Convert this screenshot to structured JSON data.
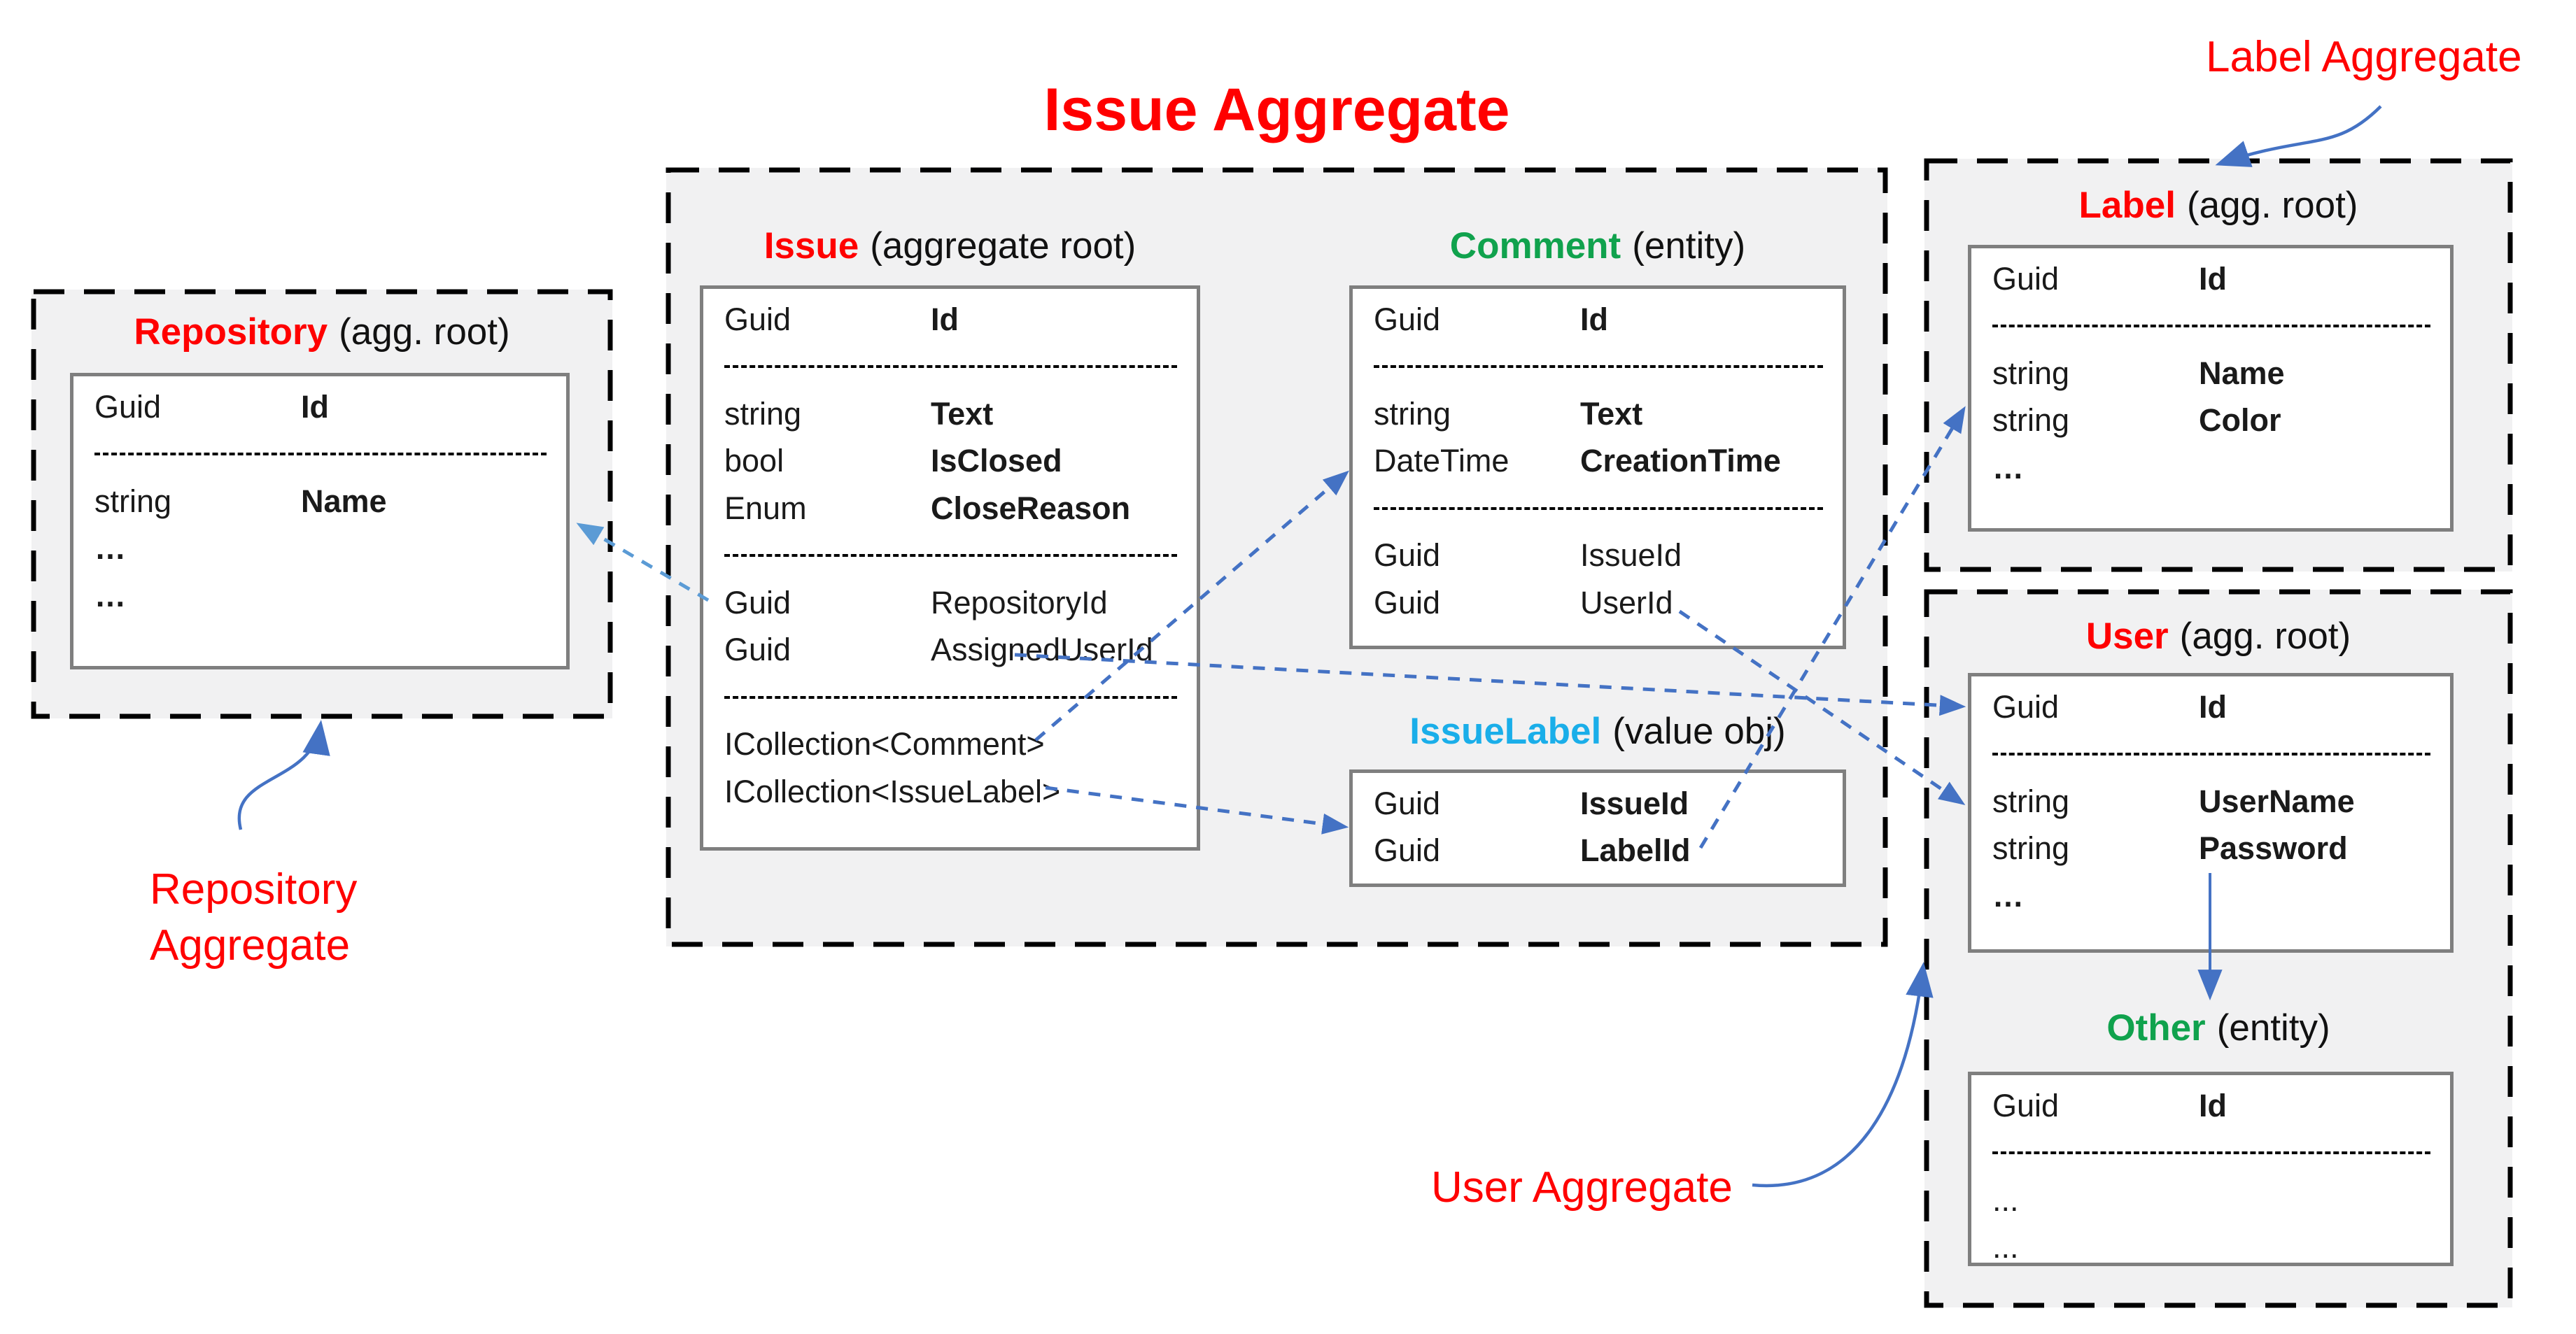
{
  "diagram_title": "Issue Aggregate",
  "annotations": {
    "label_aggregate": "Label Aggregate",
    "repository_aggregate": "Repository\nAggregate",
    "user_aggregate": "User Aggregate"
  },
  "colors": {
    "aggregate_root_name": "#ff0000",
    "entity_name": "#10a24d",
    "value_obj_name": "#1aaee9",
    "annotation_text": "#ff0000",
    "connector_blue": "#4472c4",
    "connector_light_blue": "#5b9bd5",
    "container_background": "#f1f1f2",
    "box_border": "#7f7f7f"
  },
  "entities": {
    "issue": {
      "name": "Issue",
      "kind": "(aggregate root)",
      "rows": [
        {
          "type": "Guid",
          "name": "Id"
        },
        {
          "sep": true
        },
        {
          "type": "string",
          "name": "Text"
        },
        {
          "type": "bool",
          "name": "IsClosed"
        },
        {
          "type": "Enum",
          "name": "CloseReason"
        },
        {
          "sep": true
        },
        {
          "type": "Guid",
          "name": "RepositoryId"
        },
        {
          "type": "Guid",
          "name": "AssignedUserId"
        },
        {
          "sep": true
        },
        {
          "text": "ICollection<Comment>"
        },
        {
          "text": "ICollection<IssueLabel>"
        }
      ]
    },
    "comment": {
      "name": "Comment",
      "kind": "(entity)",
      "rows": [
        {
          "type": "Guid",
          "name": "Id"
        },
        {
          "sep": true
        },
        {
          "type": "string",
          "name": "Text"
        },
        {
          "type": "DateTime",
          "name": "CreationTime"
        },
        {
          "sep": true
        },
        {
          "type": "Guid",
          "name": "IssueId"
        },
        {
          "type": "Guid",
          "name": "UserId"
        }
      ]
    },
    "issuelabel": {
      "name": "IssueLabel",
      "kind": "(value obj)",
      "rows": [
        {
          "type": "Guid",
          "name": "IssueId"
        },
        {
          "type": "Guid",
          "name": "LabelId"
        }
      ]
    },
    "repository": {
      "name": "Repository",
      "kind": "(agg. root)",
      "rows": [
        {
          "type": "Guid",
          "name": "Id"
        },
        {
          "sep": true
        },
        {
          "type": "string",
          "name": "Name"
        },
        {
          "text": "…"
        },
        {
          "text": "…"
        }
      ]
    },
    "label": {
      "name": "Label",
      "kind": "(agg. root)",
      "rows": [
        {
          "type": "Guid",
          "name": "Id"
        },
        {
          "sep": true
        },
        {
          "type": "string",
          "name": "Name"
        },
        {
          "type": "string",
          "name": "Color"
        },
        {
          "text": "…"
        }
      ]
    },
    "user": {
      "name": "User",
      "kind": "(agg. root)",
      "rows": [
        {
          "type": "Guid",
          "name": "Id"
        },
        {
          "sep": true
        },
        {
          "type": "string",
          "name": "UserName"
        },
        {
          "type": "string",
          "name": "Password"
        },
        {
          "text": "…"
        }
      ]
    },
    "other": {
      "name": "Other",
      "kind": "(entity)",
      "rows": [
        {
          "type": "Guid",
          "name": "Id"
        },
        {
          "sep": true
        },
        {
          "text": "..."
        },
        {
          "text": "..."
        }
      ]
    }
  },
  "connections": [
    {
      "from": "Issue.RepositoryId",
      "to": "Repository"
    },
    {
      "from": "Issue.ICollection<Comment>",
      "to": "Comment"
    },
    {
      "from": "Issue.ICollection<IssueLabel>",
      "to": "IssueLabel"
    },
    {
      "from": "Issue.AssignedUserId",
      "to": "User"
    },
    {
      "from": "Comment.UserId",
      "to": "User"
    },
    {
      "from": "IssueLabel.LabelId",
      "to": "Label"
    },
    {
      "from": "User",
      "to": "Other"
    }
  ]
}
